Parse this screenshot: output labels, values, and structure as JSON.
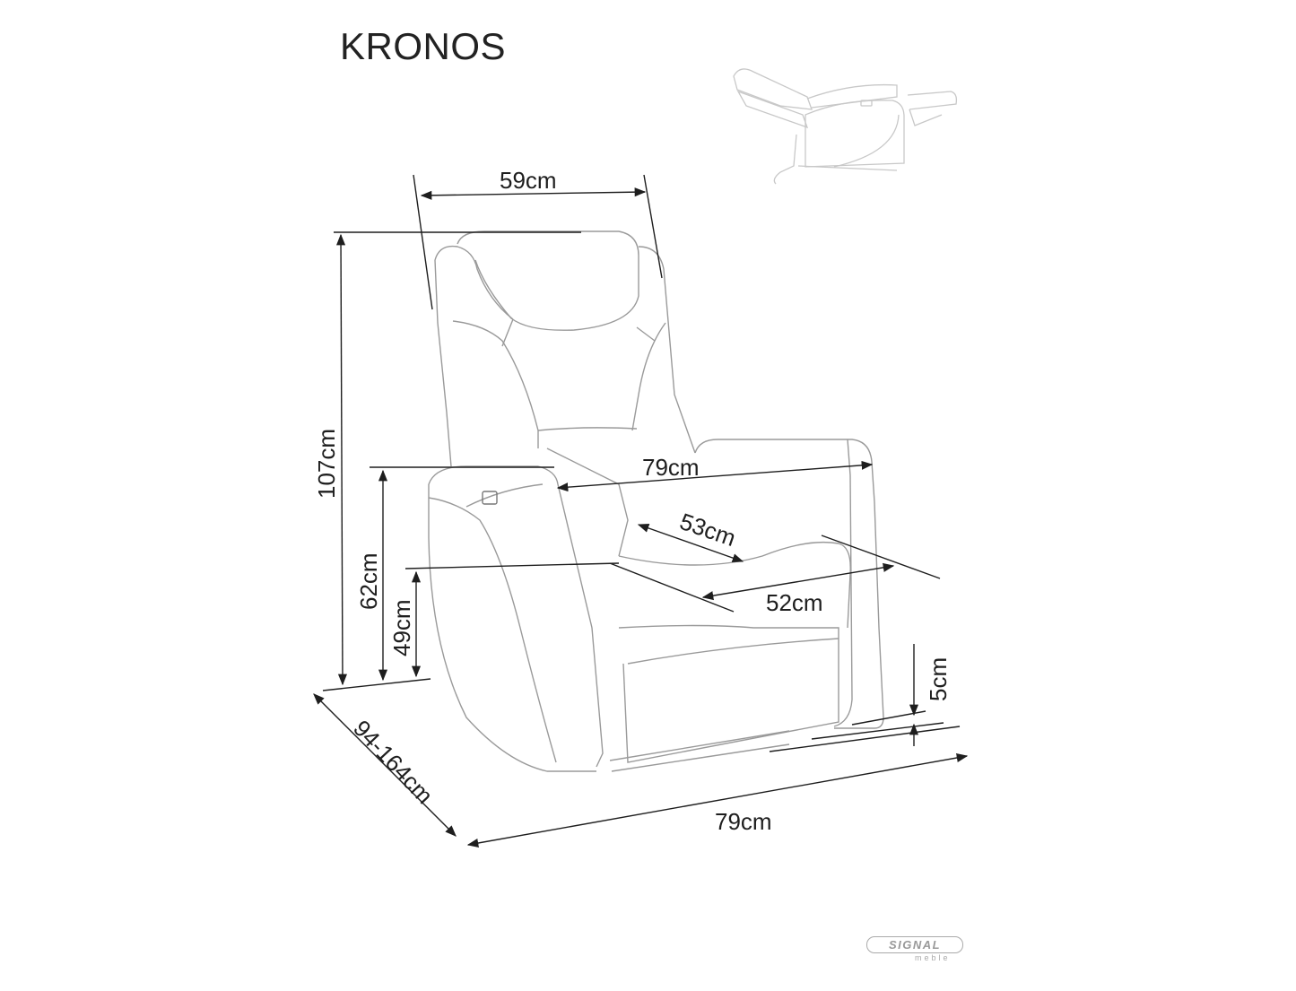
{
  "title": "KRONOS",
  "brand": {
    "name": "SIGNAL",
    "sub": "meble"
  },
  "dimensions": {
    "backrest_width": "59cm",
    "total_height": "107cm",
    "armrest_height": "62cm",
    "seat_height": "49cm",
    "total_width_top": "79cm",
    "seat_depth": "53cm",
    "seat_width": "52cm",
    "clearance": "5cm",
    "depth_range": "94-164cm",
    "total_width_bottom": "79cm"
  },
  "colors": {
    "line": "#1e1e1e",
    "sketch": "#9a9a9a",
    "sketch_light": "#c8c8c8"
  }
}
